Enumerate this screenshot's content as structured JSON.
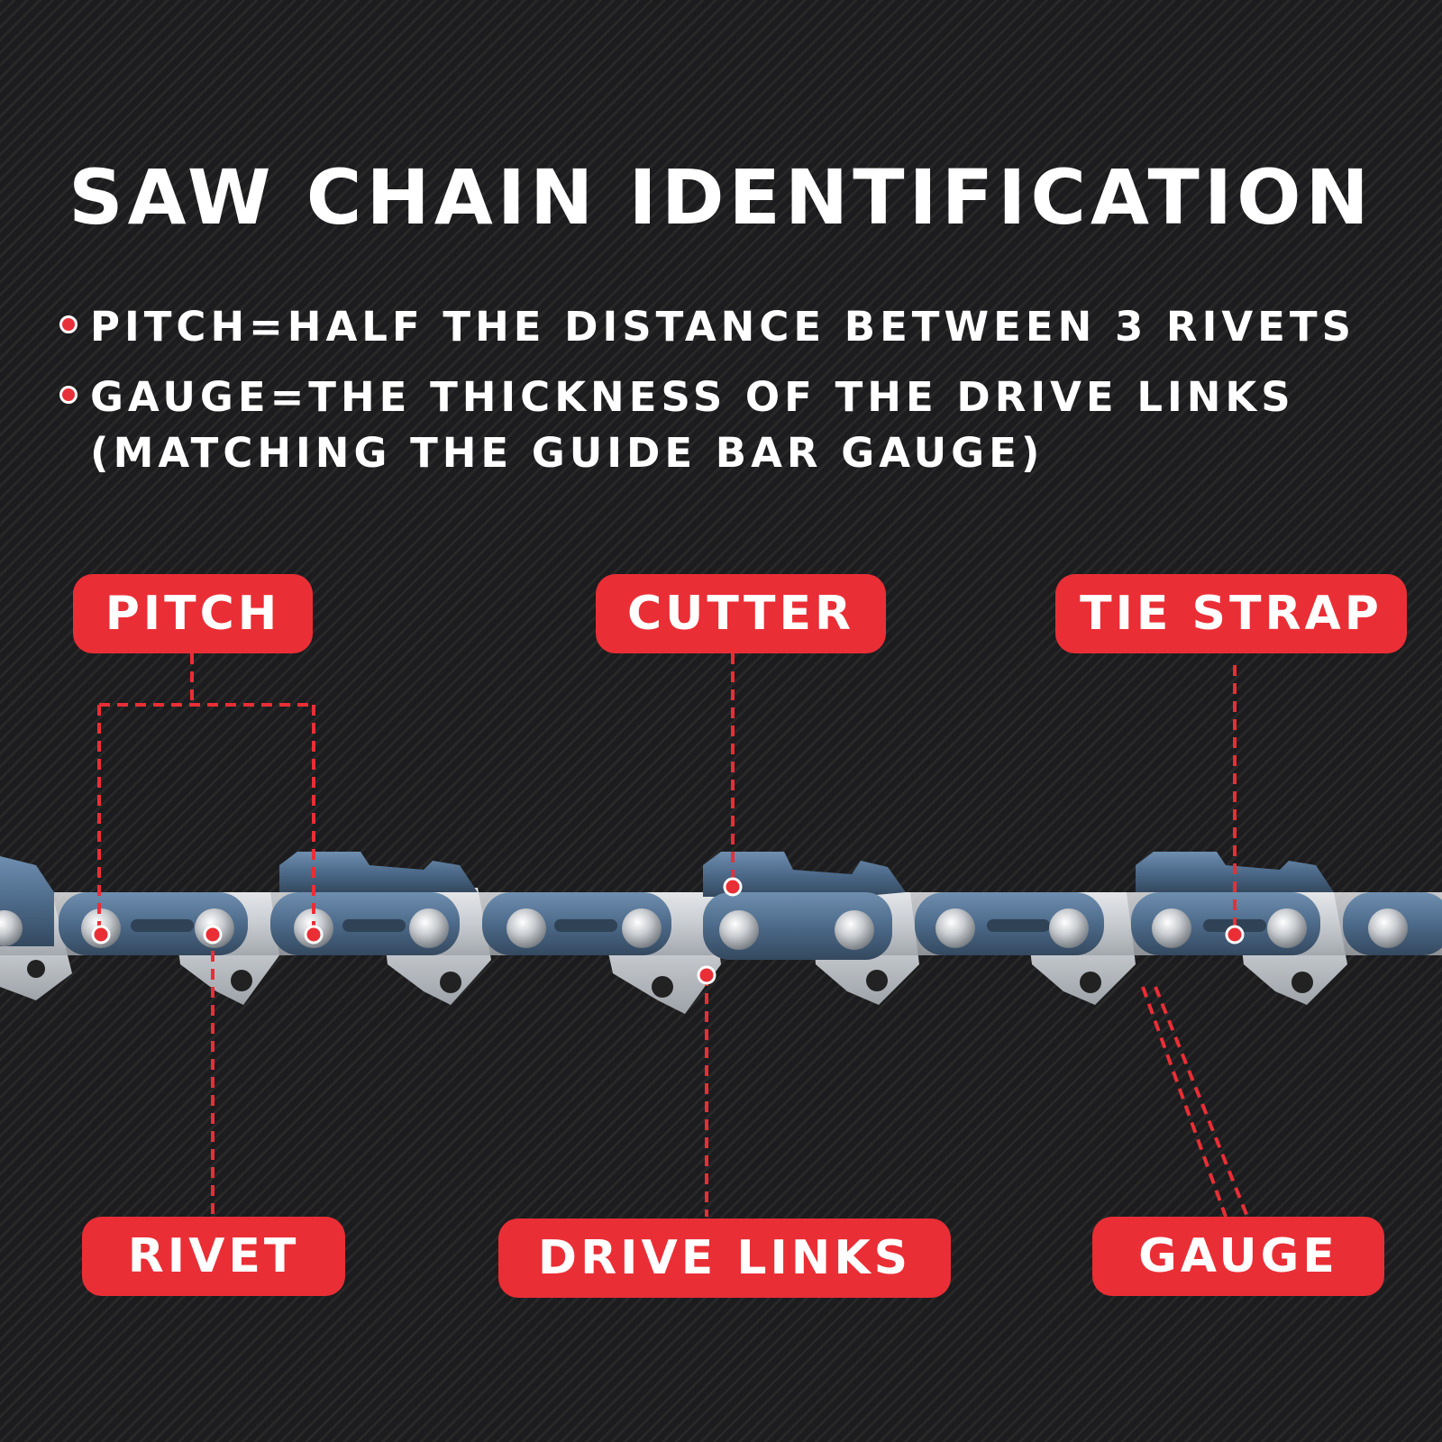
{
  "title": "SAW CHAIN IDENTIFICATION",
  "bullets": [
    {
      "text": "PITCH=HALF THE DISTANCE BETWEEN 3 RIVETS"
    },
    {
      "text": "GAUGE=THE THICKNESS OF THE DRIVE LINKS (MATCHING THE GUIDE BAR GAUGE)"
    }
  ],
  "labels": {
    "pitch": "PITCH",
    "cutter": "CUTTER",
    "tie_strap": "TIE STRAP",
    "rivet": "RIVET",
    "drive_links": "DRIVE LINKS",
    "gauge": "GAUGE"
  },
  "colors": {
    "accent": "#ea2e36",
    "background": "#1c1c1e",
    "chain_steel": "#c9cdd2",
    "chain_blue": "#4d6a8a"
  }
}
